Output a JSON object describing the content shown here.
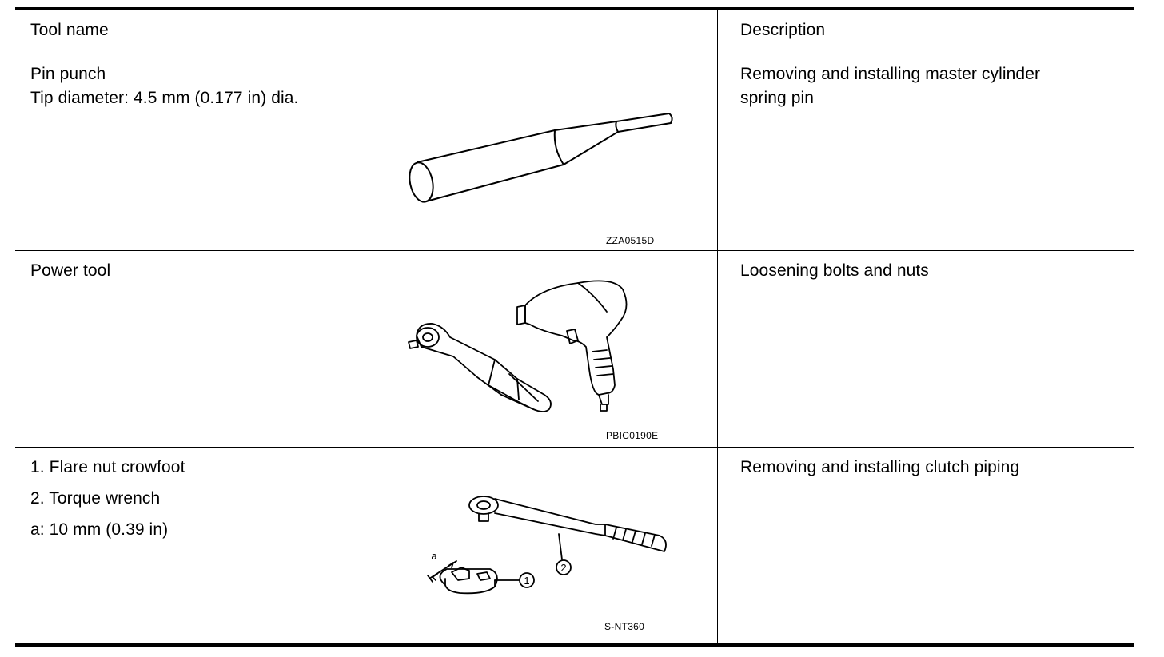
{
  "table": {
    "headers": {
      "tool_name": "Tool name",
      "description": "Description"
    },
    "rows": [
      {
        "tool_lines": [
          "Pin punch",
          "Tip diameter: 4.5 mm (0.177 in) dia."
        ],
        "image_code": "ZZA0515D",
        "description_lines": [
          "Removing and installing master cylinder",
          "spring pin"
        ],
        "icon": "pin-punch-illustration"
      },
      {
        "tool_lines": [
          "Power tool"
        ],
        "image_code": "PBIC0190E",
        "description_lines": [
          "Loosening bolts and nuts"
        ],
        "icon": "power-tool-illustration"
      },
      {
        "tool_lines": [
          "1.  Flare nut crowfoot",
          "2. Torque wrench",
          "a: 10 mm (0.39 in)"
        ],
        "image_code": "S-NT360",
        "description_lines": [
          "Removing and installing clutch piping"
        ],
        "icon": "flare-nut-crowfoot-torque-wrench-illustration",
        "callouts": [
          "a",
          "1",
          "2"
        ]
      }
    ]
  }
}
